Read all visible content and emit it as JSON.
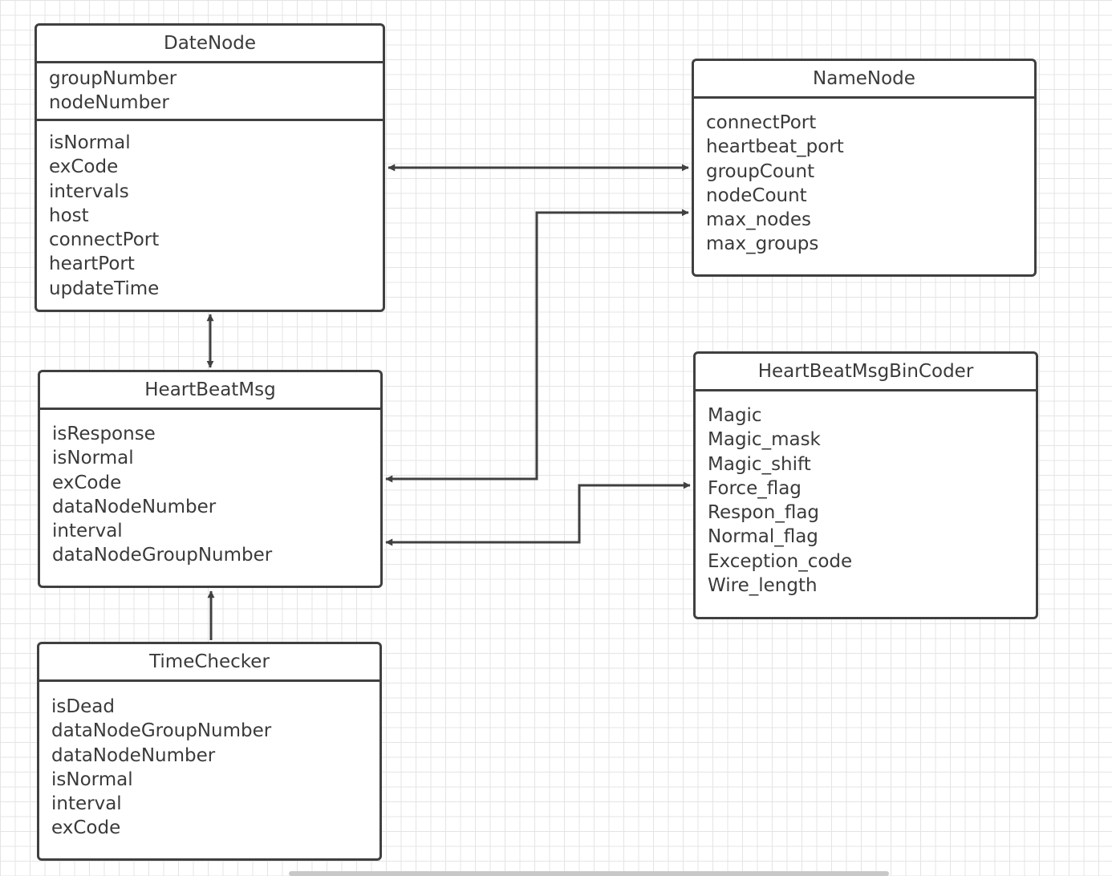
{
  "classes": {
    "date_node": {
      "title": "DateNode",
      "attributes": [
        "groupNumber",
        "nodeNumber"
      ],
      "fields": [
        "isNormal",
        "exCode",
        "intervals",
        "host",
        "connectPort",
        "heartPort",
        "updateTime"
      ]
    },
    "name_node": {
      "title": "NameNode",
      "fields": [
        "connectPort",
        "heartbeat_port",
        "groupCount",
        "nodeCount",
        "max_nodes",
        "max_groups"
      ]
    },
    "heart_beat_msg": {
      "title": "HeartBeatMsg",
      "fields": [
        "isResponse",
        "isNormal",
        "exCode",
        "dataNodeNumber",
        "interval",
        "dataNodeGroupNumber"
      ]
    },
    "heart_beat_msg_bin_coder": {
      "title": "HeartBeatMsgBinCoder",
      "fields": [
        "Magic",
        "Magic_mask",
        "Magic_shift",
        "Force_flag",
        "Respon_flag",
        "Normal_flag",
        "Exception_code",
        "Wire_length"
      ]
    },
    "time_checker": {
      "title": "TimeChecker",
      "fields": [
        "isDead",
        "dataNodeGroupNumber",
        "dataNodeNumber",
        "isNormal",
        "interval",
        "exCode"
      ]
    }
  },
  "colors": {
    "line": "#404040",
    "grid": "#e4e4e4",
    "text": "#3a3a3a",
    "background": "#ffffff"
  }
}
